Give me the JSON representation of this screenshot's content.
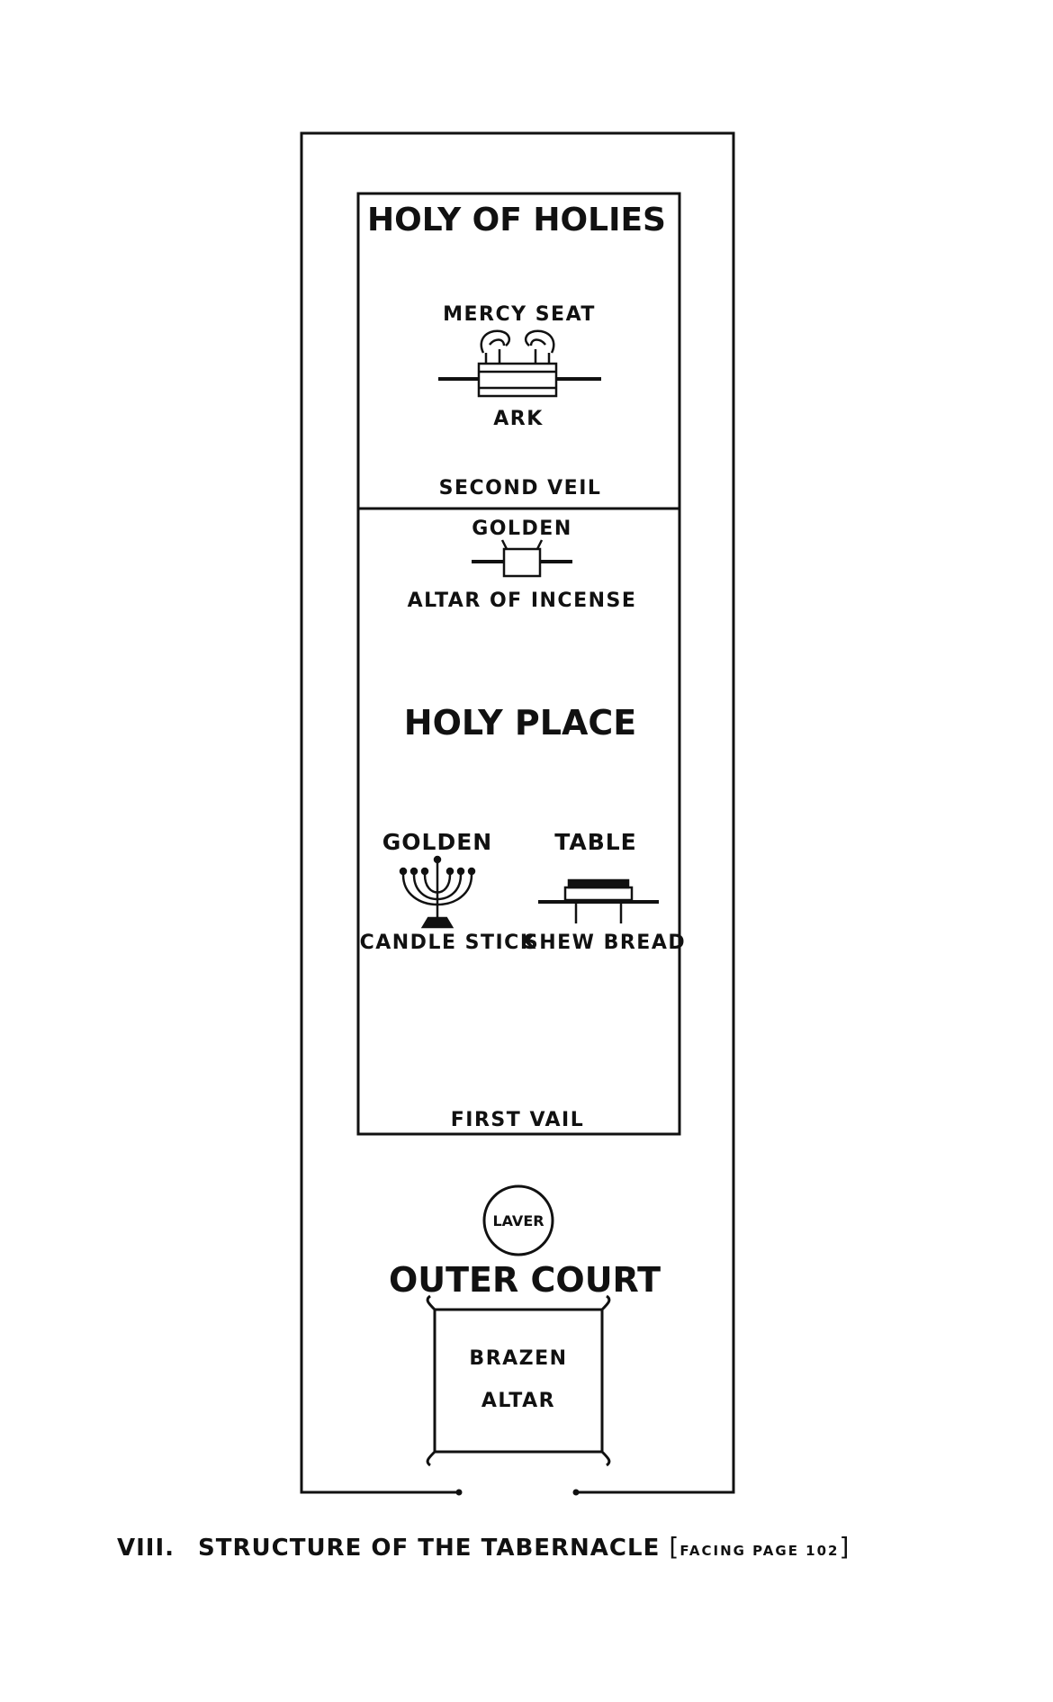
{
  "labels": {
    "holy_of_holies": "HOLY OF HOLIES",
    "mercy_seat": "MERCY SEAT",
    "ark": "ARK",
    "second_veil": "SECOND VEIL",
    "golden_top": "GOLDEN",
    "altar_of_incense": "ALTAR OF INCENSE",
    "holy_place": "HOLY PLACE",
    "golden_candlestick_top": "GOLDEN",
    "candlestick": "CANDLE STICK",
    "table": "TABLE",
    "shew_bread": "SHEW BREAD",
    "first_vail": "FIRST VAIL",
    "laver": "LAVER",
    "outer_court": "OUTER COURT",
    "brazen": "BRAZEN",
    "altar": "ALTAR"
  },
  "caption": {
    "number": "VIII.",
    "title": "STRUCTURE OF THE TABERNACLE",
    "facing": "FACING PAGE 102"
  }
}
